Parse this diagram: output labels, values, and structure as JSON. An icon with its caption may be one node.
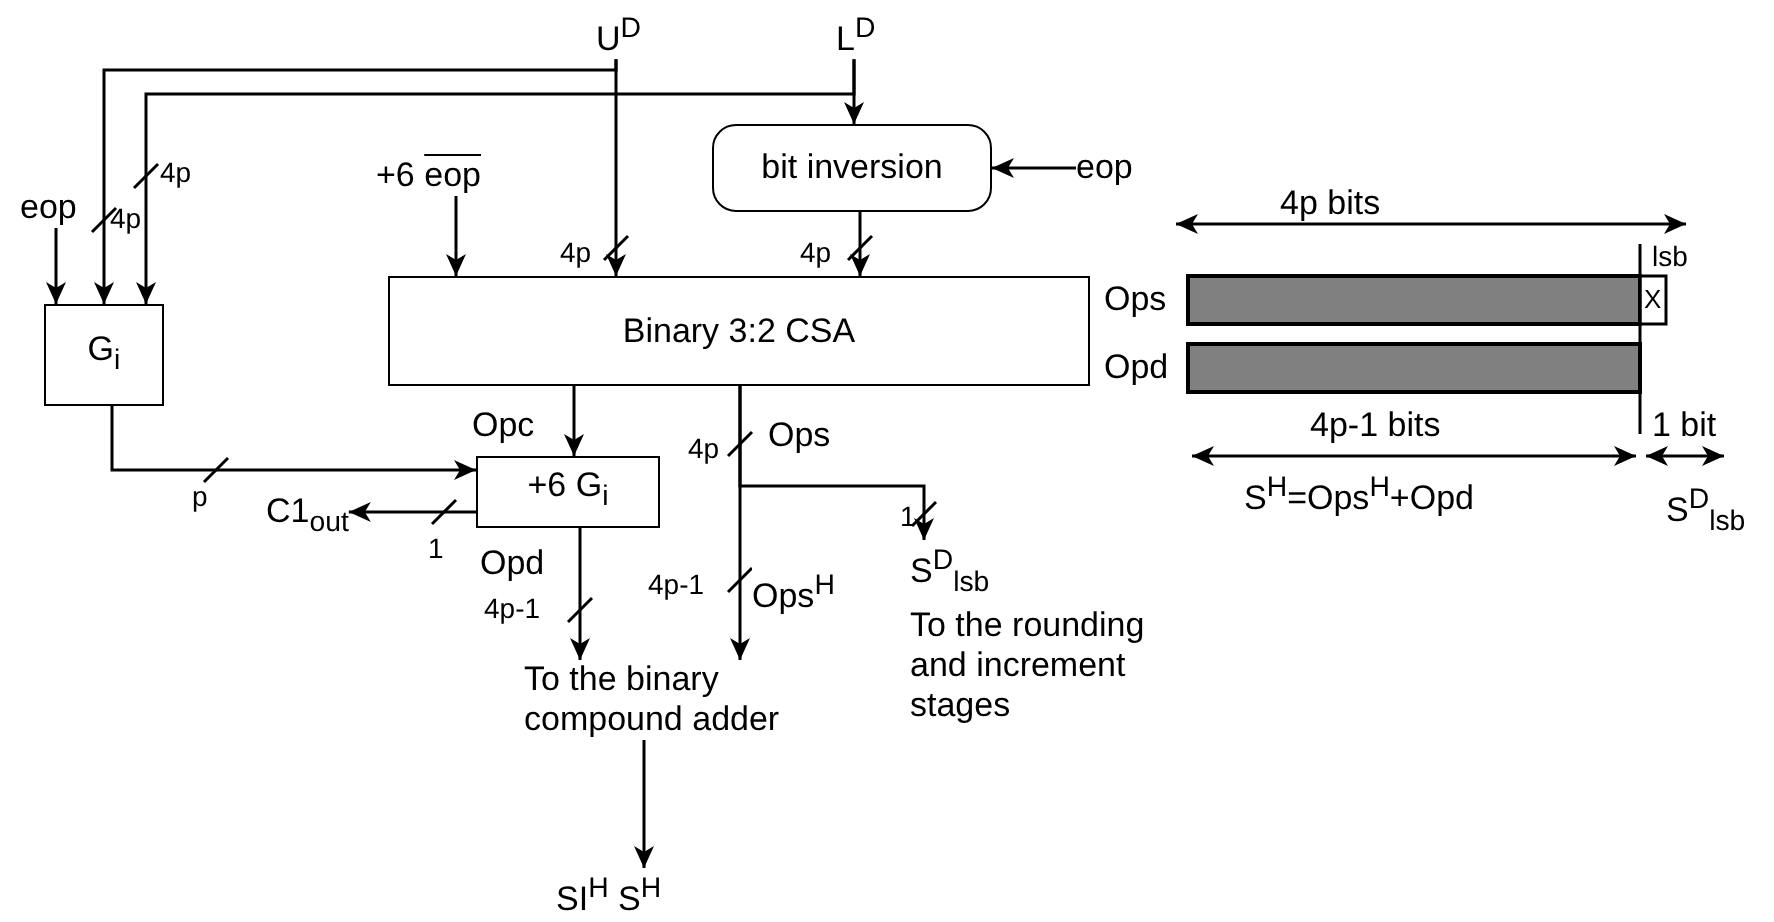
{
  "diagram": {
    "nodes": [
      {
        "text": [
          "U$^{D}$"
        ]
      },
      {
        "text": [
          "L$^{D}$"
        ]
      },
      {
        "text": [
          "bit inversion"
        ]
      },
      {
        "text": [
          "eop"
        ]
      },
      {
        "text": [
          "eop"
        ]
      },
      {
        "text": [
          "+6",
          "eop"
        ]
      },
      {
        "text": [
          "G$_{i}$"
        ]
      },
      {
        "text": [
          "Binary 3:2 CSA"
        ]
      },
      {
        "text": [
          "+6 G$_{i}$"
        ]
      },
      {
        "text": [
          "C1$_{out}$"
        ]
      },
      {
        "text": [
          "To the binary compound adder"
        ]
      },
      {
        "text": [
          "SI$^{H}$ S$^{H}$"
        ]
      },
      {
        "text": [
          "S$^{D}$$_{lsb}$"
        ]
      },
      {
        "text": [
          "To the rounding and increment stages"
        ]
      }
    ],
    "edges": [
      {
        "from": 0,
        "to": 6,
        "arrow": "to"
      },
      {
        "from": 0,
        "to": 7,
        "arrow": "to"
      },
      {
        "from": 1,
        "to": 2,
        "arrow": "to"
      },
      {
        "from": 1,
        "to": 6,
        "arrow": "to"
      },
      {
        "from": 3,
        "to": 2,
        "arrow": "to"
      },
      {
        "from": 4,
        "to": 6,
        "arrow": "to"
      },
      {
        "from": 2,
        "to": 7,
        "arrow": "to"
      },
      {
        "from": 5,
        "to": 7,
        "arrow": "to"
      },
      {
        "from": 6,
        "to": 8,
        "arrow": "to"
      },
      {
        "from": 7,
        "to": 8,
        "arrow": "to",
        "label": "Opc"
      },
      {
        "from": 8,
        "to": 9,
        "arrow": "to"
      },
      {
        "from": 8,
        "to": 10,
        "arrow": "to",
        "label": "Opd"
      },
      {
        "from": 7,
        "to": 10,
        "arrow": "to",
        "label": "Ops$^{H}$"
      },
      {
        "from": 7,
        "to": 12,
        "arrow": "to"
      },
      {
        "from": 10,
        "to": 11,
        "arrow": "to"
      }
    ],
    "labels": [
      "4p",
      "4p",
      "4p",
      "4p",
      "4p",
      "Ops",
      "p",
      "1",
      "4p-1",
      "4p-1",
      "1",
      "4p bits",
      "lsb",
      "Ops",
      "X",
      "Opd",
      "4p-1 bits",
      "1 bit",
      "S$^{H}$=Ops$^{H}$+Opd",
      "S$^{D}$$_{lsb}$"
    ]
  }
}
